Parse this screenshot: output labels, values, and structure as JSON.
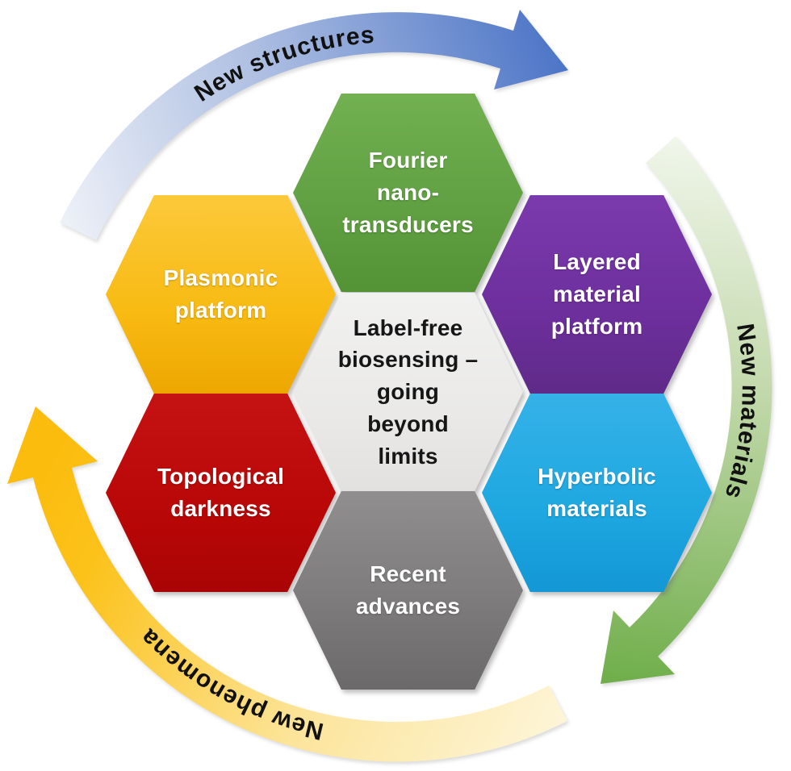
{
  "diagram": {
    "center": {
      "label": "Label-free\nbiosensing –\ngoing\nbeyond\nlimits",
      "color": "#ebebeb"
    },
    "hexagons": [
      {
        "id": "fourier-nano-transducers",
        "label": "Fourier\nnano-\ntransducers",
        "color": "#61a143",
        "position": "top"
      },
      {
        "id": "layered-material-platform",
        "label": "Layered\nmaterial\nplatform",
        "color": "#6d2f9c",
        "position": "top-right"
      },
      {
        "id": "hyperbolic-materials",
        "label": "Hyperbolic\nmaterials",
        "color": "#1ea7e0",
        "position": "bottom-right"
      },
      {
        "id": "recent-advances",
        "label": "Recent\nadvances",
        "color": "#7d7b7b",
        "position": "bottom"
      },
      {
        "id": "topological-darkness",
        "label": "Topological\ndarkness",
        "color": "#b90707",
        "position": "bottom-left"
      },
      {
        "id": "plasmonic-platform",
        "label": "Plasmonic\nplatform",
        "color": "#f8ba12",
        "position": "top-left"
      }
    ],
    "arrows": [
      {
        "id": "new-structures",
        "label": "New structures",
        "color": "#4a73c6",
        "position": "top",
        "direction": "clockwise"
      },
      {
        "id": "new-materials",
        "label": "New materials",
        "color": "#6fae4a",
        "position": "right",
        "direction": "clockwise"
      },
      {
        "id": "new-phenomena",
        "label": "New phenomena",
        "color": "#fcc013",
        "position": "bottom-left",
        "direction": "clockwise"
      }
    ]
  }
}
